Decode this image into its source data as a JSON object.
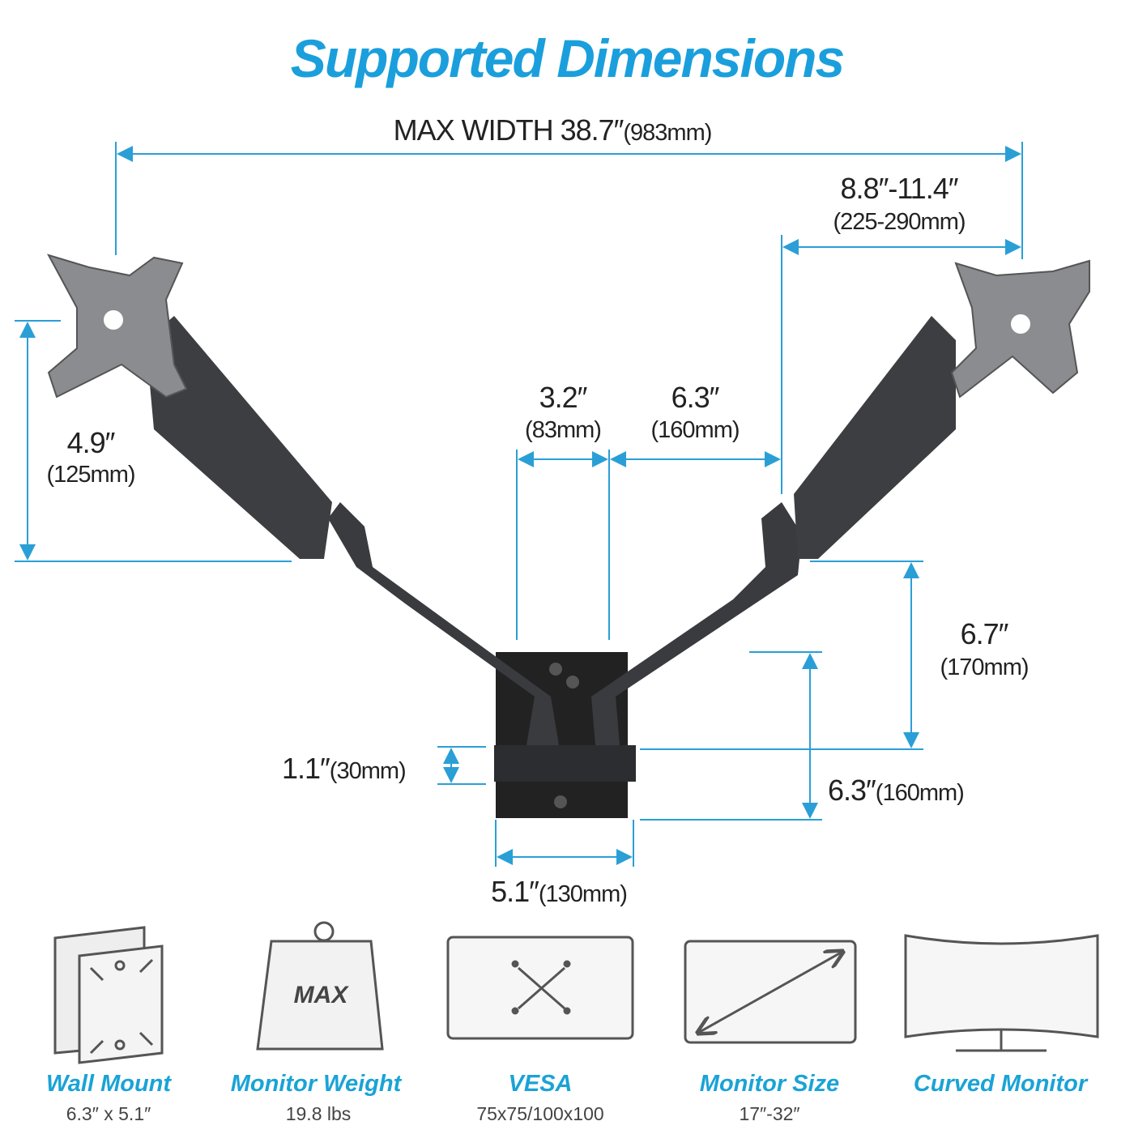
{
  "title": "Supported Dimensions",
  "dimensions": {
    "max_width": {
      "main": "MAX WIDTH 38.7″",
      "metric": "(983mm)"
    },
    "arm_extension": {
      "main": "8.8″-11.4″",
      "metric": "(225-290mm)"
    },
    "plate_height": {
      "main": "4.9″",
      "metric": "(125mm)"
    },
    "center_offset": {
      "main": "3.2″",
      "metric": "(83mm)"
    },
    "arm_reach": {
      "main": "6.3″",
      "metric": "(160mm)"
    },
    "vertical_upper": {
      "main": "6.7″",
      "metric": "(170mm)"
    },
    "vertical_lower": {
      "main": "6.3″",
      "metric": "(160mm)"
    },
    "collar": {
      "main": "1.1″",
      "metric": "(30mm)"
    },
    "base_width": {
      "main": "5.1″",
      "metric": "(130mm)"
    }
  },
  "features": [
    {
      "label": "Wall Mount",
      "value": "6.3″ x 5.1″",
      "icon": "wall-mount-icon"
    },
    {
      "label": "Monitor Weight",
      "value": "19.8 lbs",
      "icon": "weight-icon",
      "icon_text": "MAX"
    },
    {
      "label": "VESA",
      "value": "75x75/100x100",
      "icon": "vesa-icon"
    },
    {
      "label": "Monitor Size",
      "value": "17″-32″",
      "icon": "monitor-size-icon"
    },
    {
      "label": "Curved Monitor",
      "value": "",
      "icon": "curved-monitor-icon"
    }
  ],
  "colors": {
    "accent": "#1aa3d6",
    "dimension_line": "#2a9fd6",
    "arm": "#3a3b3e"
  }
}
